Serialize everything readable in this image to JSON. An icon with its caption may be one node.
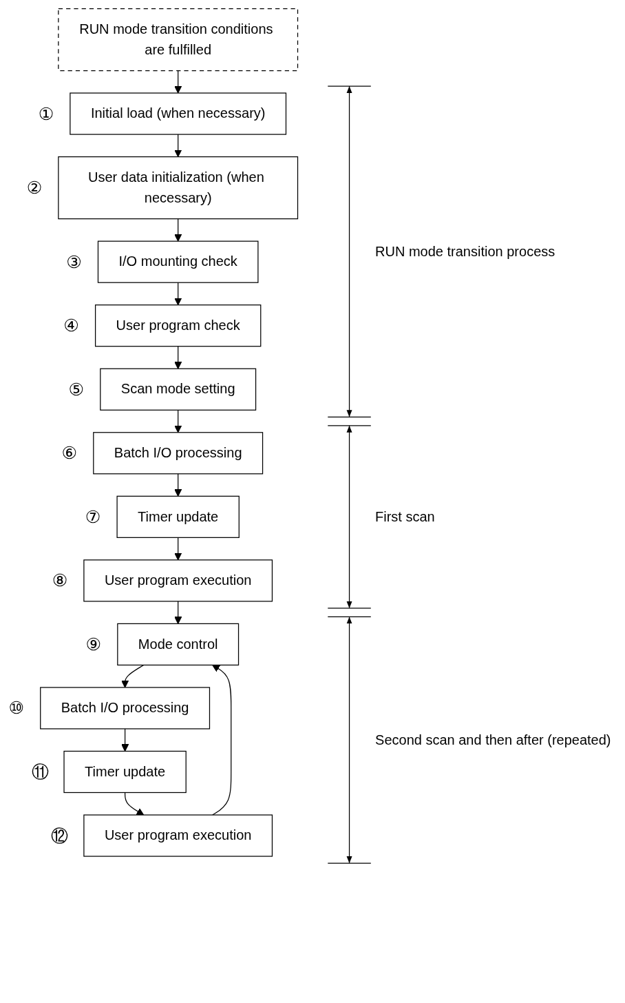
{
  "diagram": {
    "nodes": [
      {
        "text": [
          "RUN mode transition conditions are fulfilled"
        ]
      },
      {
        "text": [
          "Initial load (when necessary)"
        ],
        "beside": [
          "①"
        ]
      },
      {
        "text": [
          "User data initialization (when necessary)"
        ],
        "beside": [
          "②"
        ]
      },
      {
        "text": [
          "I/O mounting check"
        ],
        "beside": [
          "③"
        ]
      },
      {
        "text": [
          "User program check"
        ],
        "beside": [
          "④"
        ]
      },
      {
        "text": [
          "Scan mode setting"
        ],
        "beside": [
          "⑤"
        ]
      },
      {
        "text": [
          "Batch I/O processing"
        ],
        "beside": [
          "⑥"
        ]
      },
      {
        "text": [
          "Timer update"
        ],
        "beside": [
          "⑦"
        ]
      },
      {
        "text": [
          "User program execution"
        ],
        "beside": [
          "⑧"
        ]
      },
      {
        "text": [
          "Mode control"
        ],
        "beside": [
          "⑨"
        ]
      },
      {
        "text": [
          "Batch I/O processing"
        ],
        "beside": [
          "⑩"
        ]
      },
      {
        "text": [
          "Timer update"
        ],
        "beside": [
          "⑪"
        ]
      },
      {
        "text": [
          "User program execution"
        ],
        "beside": [
          "⑫"
        ]
      }
    ],
    "edges": [
      {
        "from": 0,
        "to": 1,
        "arrow": "to"
      },
      {
        "from": 1,
        "to": 2,
        "arrow": "to"
      },
      {
        "from": 2,
        "to": 3,
        "arrow": "to"
      },
      {
        "from": 3,
        "to": 4,
        "arrow": "to"
      },
      {
        "from": 4,
        "to": 5,
        "arrow": "to"
      },
      {
        "from": 5,
        "to": 6,
        "arrow": "to"
      },
      {
        "from": 6,
        "to": 7,
        "arrow": "to"
      },
      {
        "from": 7,
        "to": 8,
        "arrow": "to"
      },
      {
        "from": 8,
        "to": 9,
        "arrow": "to"
      },
      {
        "from": 9,
        "to": 10,
        "arrow": "to"
      },
      {
        "from": 10,
        "to": 11,
        "arrow": "to"
      },
      {
        "from": 11,
        "to": 12,
        "arrow": "to"
      },
      {
        "from": 12,
        "to": 9,
        "arrow": "to"
      }
    ],
    "labels": [
      "RUN mode transition process",
      "First scan",
      "Second scan and then after (repeated)"
    ]
  }
}
